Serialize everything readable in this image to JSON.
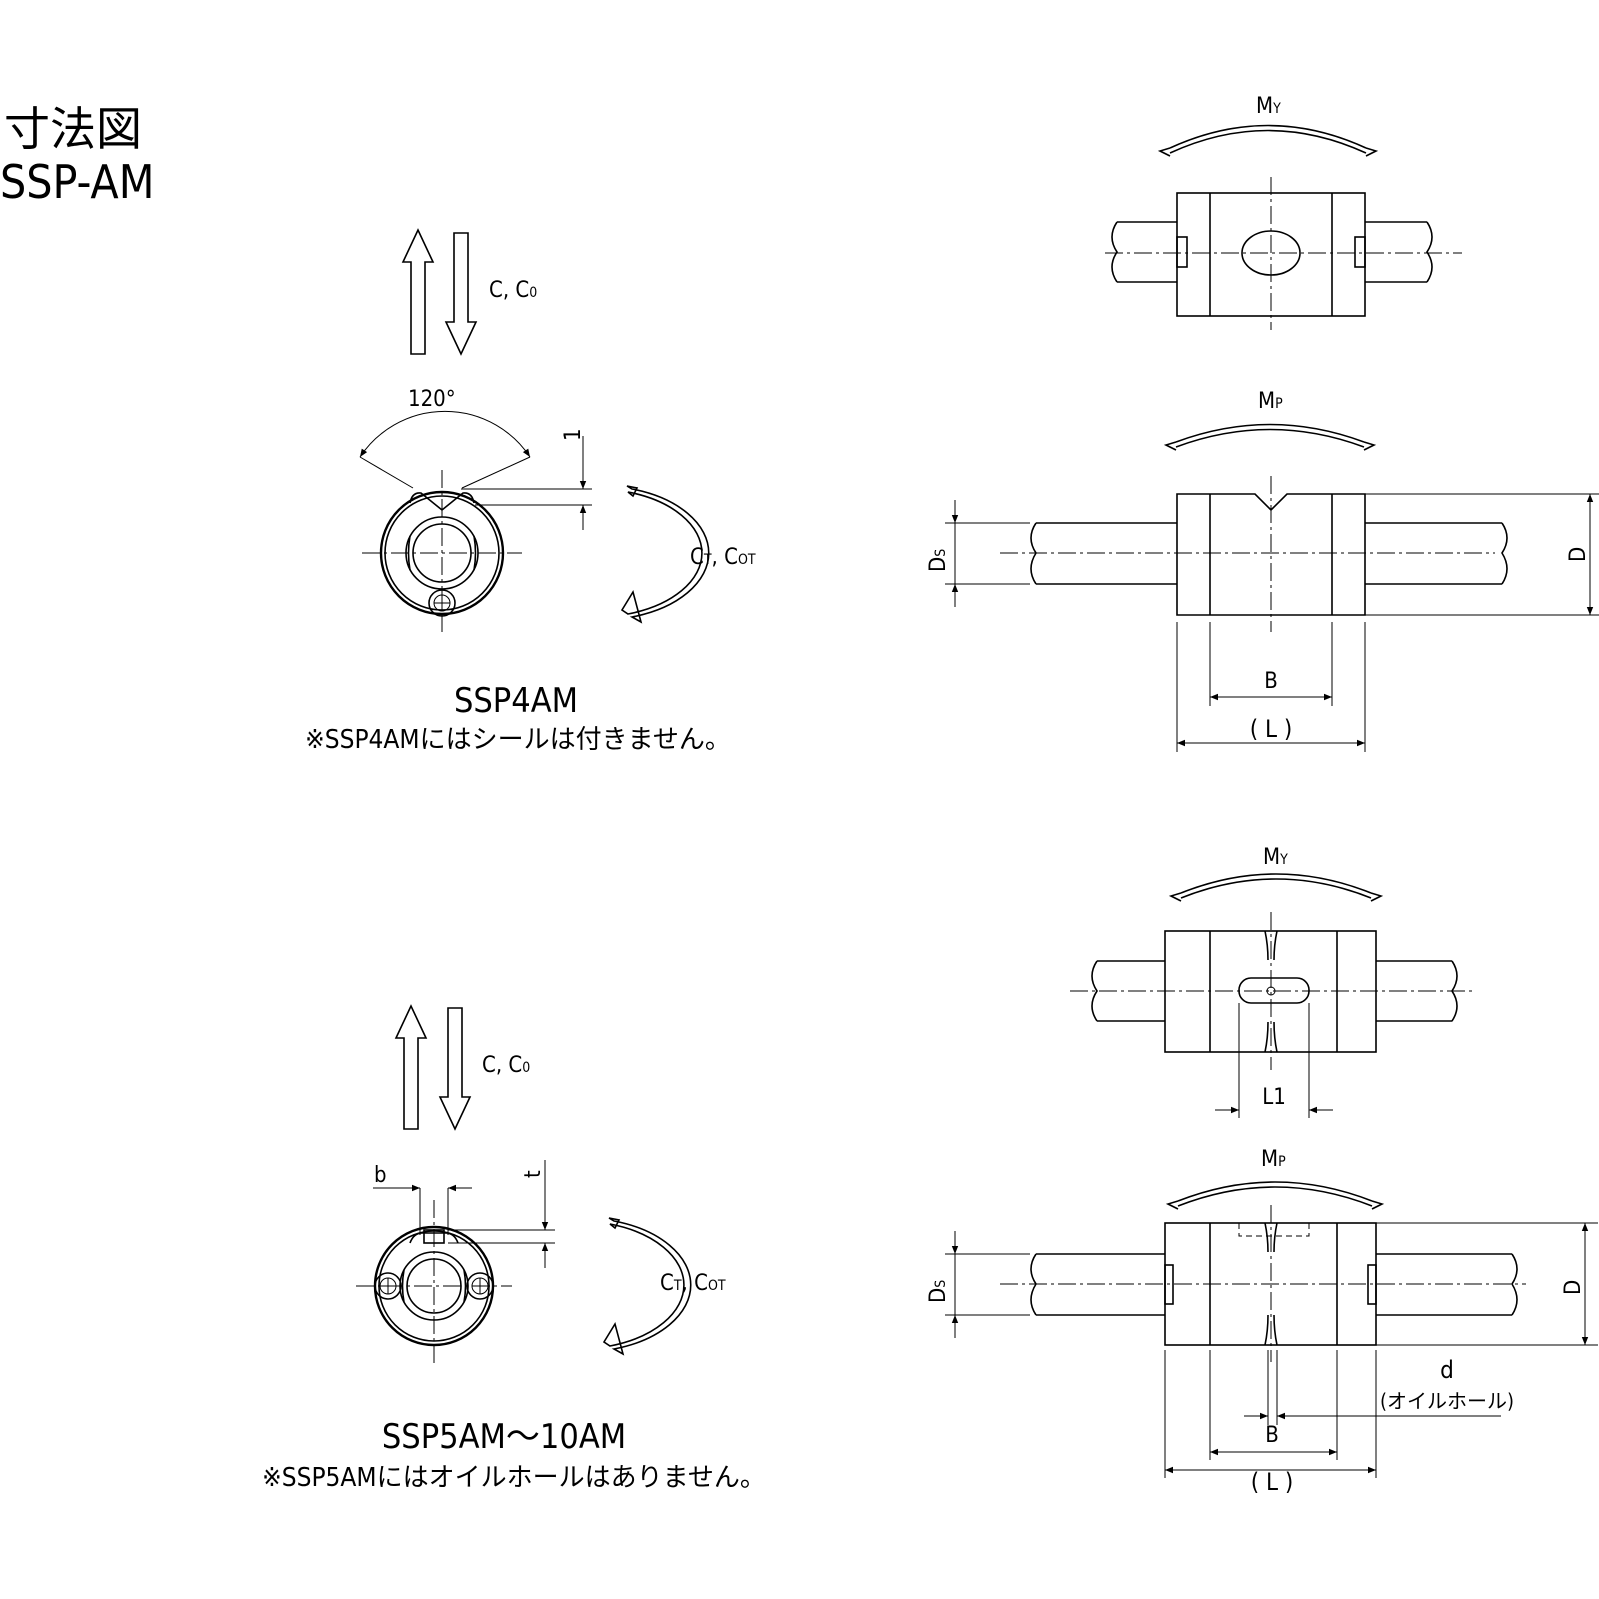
{
  "title": {
    "line1": "寸法図",
    "line2": "SSP-AM"
  },
  "section_a": {
    "load_label": "C, C",
    "load_sub": "0",
    "angle_label": "120°",
    "gap_label": "1",
    "torque_label": "C",
    "torque_sub1": "T",
    "torque_mid": ", C",
    "torque_sub2": "OT",
    "model": "SSP4AM",
    "note": "※SSP4AMにはシールは付きません。",
    "my_main": "M",
    "my_sub": "Y",
    "mp_main": "M",
    "mp_sub": "P",
    "ds_main": "D",
    "ds_sub": "S",
    "d_label": "D",
    "b_label": "B",
    "l_label": "( L )"
  },
  "section_b": {
    "load_label": "C, C",
    "load_sub": "0",
    "b_small": "b",
    "t_small": "t",
    "torque_label": "C",
    "torque_sub1": "T",
    "torque_mid": ", C",
    "torque_sub2": "OT",
    "model": "SSP5AM～10AM",
    "note": "※SSP5AMにはオイルホールはありません。",
    "my_main": "M",
    "my_sub": "Y",
    "mp_main": "M",
    "mp_sub": "P",
    "l1_label": "L1",
    "ds_main": "D",
    "ds_sub": "S",
    "d_label": "D",
    "oil_d": "d",
    "oil_hole": "(オイルホール)",
    "b_label": "B",
    "l_label": "( L )"
  }
}
